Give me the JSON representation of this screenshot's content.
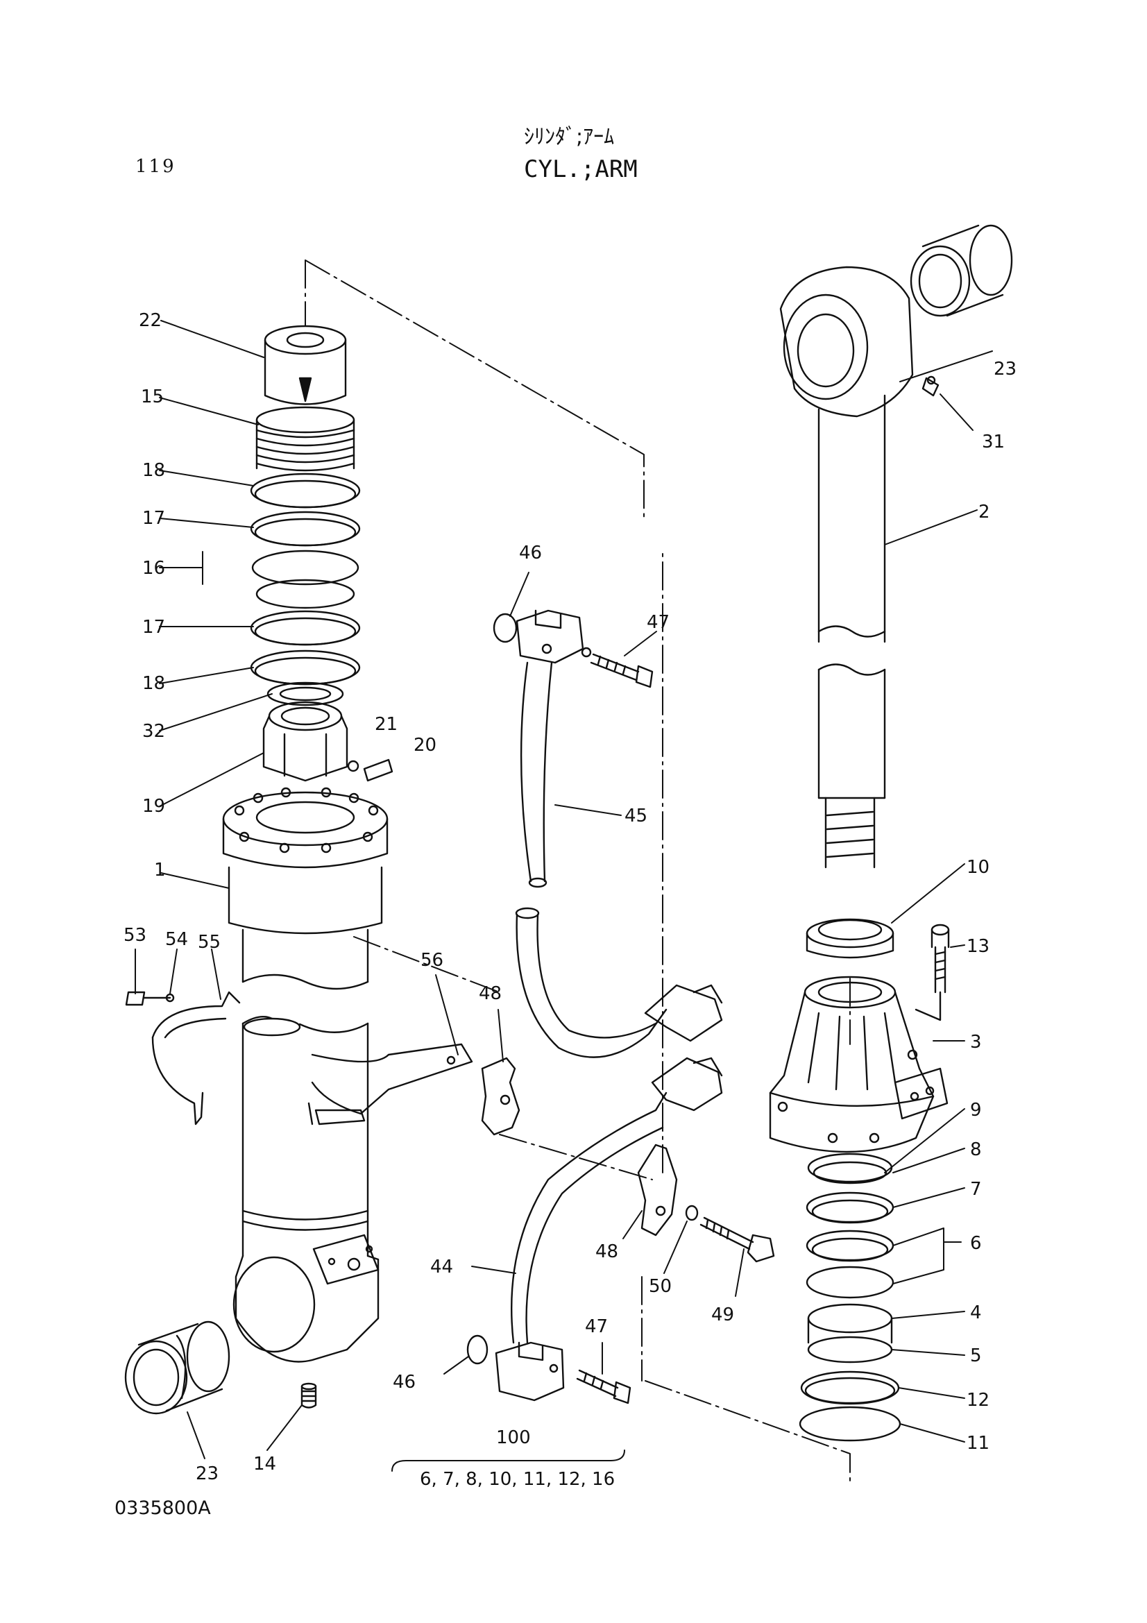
{
  "header": {
    "page_number": "119",
    "title_jp": "ｼﾘﾝﾀﾞ;ｱｰﾑ",
    "title_en": "CYL.;ARM"
  },
  "drawing_number": "0335800A",
  "callouts": {
    "c22": "22",
    "c15": "15",
    "c18a": "18",
    "c17a": "17",
    "c16a": "16",
    "c17b": "17",
    "c18b": "18",
    "c32": "32",
    "c21": "21",
    "c20": "20",
    "c19": "19",
    "c1": "1",
    "c53": "53",
    "c54": "54",
    "c55": "55",
    "c56": "56",
    "c48a": "48",
    "c46a": "46",
    "c47a": "47",
    "c45": "45",
    "c44": "44",
    "c48b": "48",
    "c50": "50",
    "c49": "49",
    "c46b": "46",
    "c47b": "47",
    "c23a": "23",
    "c14": "14",
    "c23b": "23",
    "c31": "31",
    "c2": "2",
    "c10": "10",
    "c13": "13",
    "c3": "3",
    "c9": "9",
    "c8": "8",
    "c7": "7",
    "c6": "6",
    "c4": "4",
    "c5": "5",
    "c12": "12",
    "c11": "11",
    "c100": "100"
  },
  "kit_contents": "6, 7, 8, 10, 11, 12, 16"
}
